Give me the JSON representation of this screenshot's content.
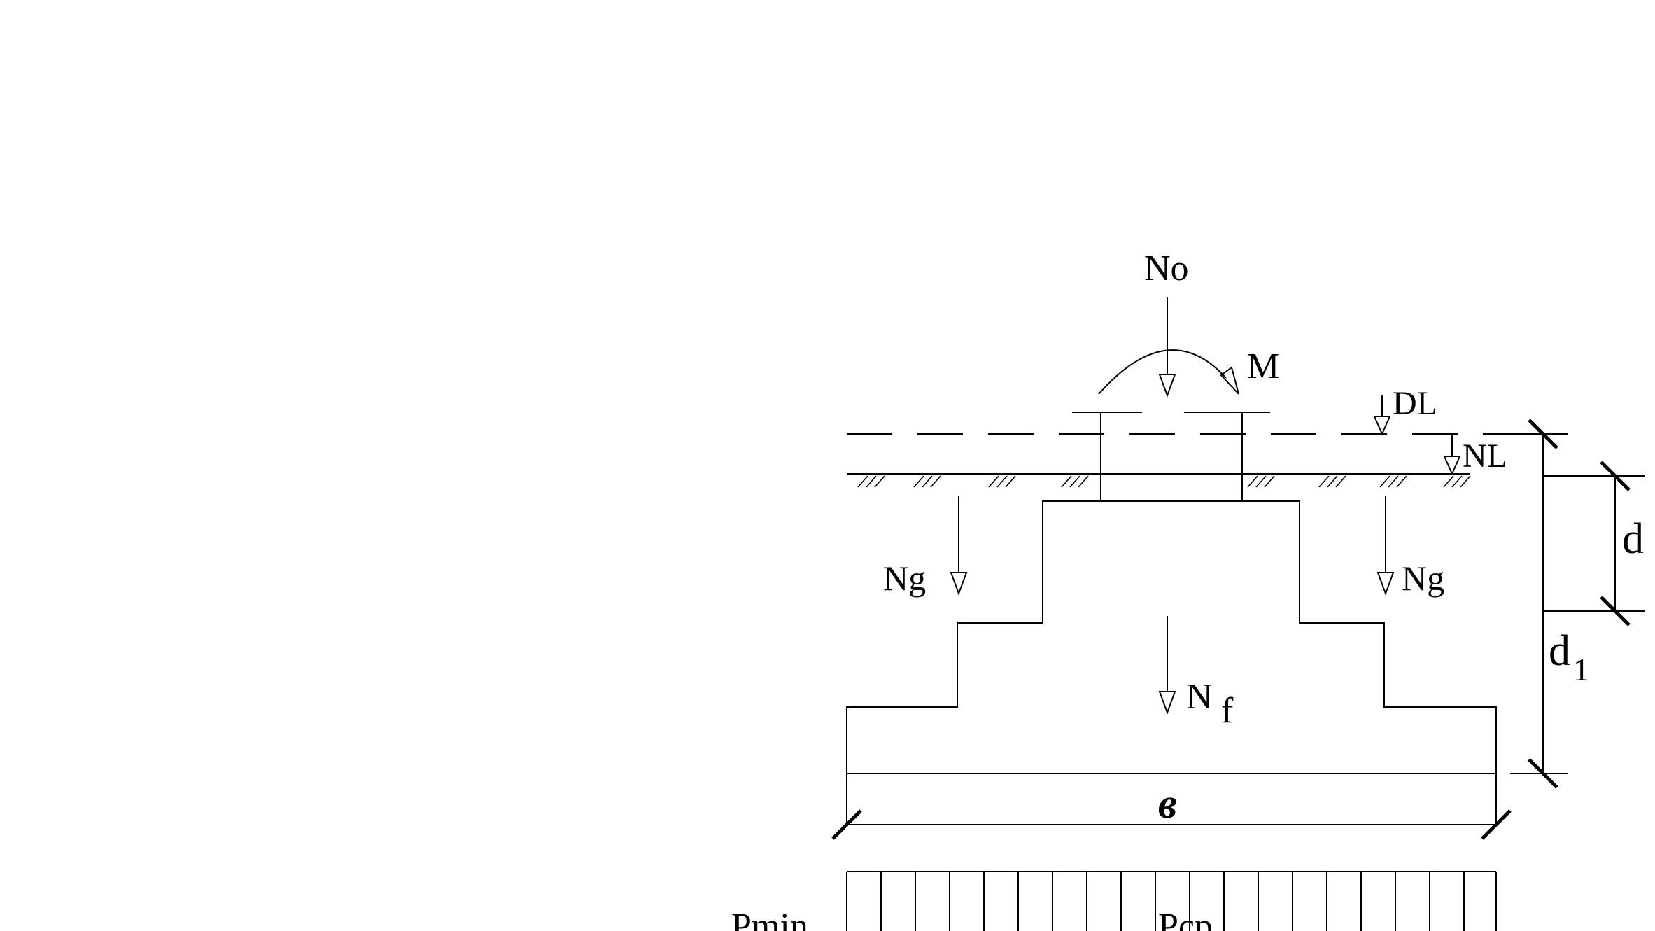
{
  "colors": {
    "stroke": "#000000",
    "background": "#ffffff"
  },
  "labels": {
    "axial_load": "No",
    "moment": "M",
    "design_level": "DL",
    "natural_level": "NL",
    "soil_weight_left": "Ng",
    "soil_weight_right": "Ng",
    "footing_weight_main": "N",
    "footing_weight_sub": "f",
    "width": "в",
    "depth_top_main": "d",
    "depth_main": "d",
    "depth_sub": "1",
    "pressure_min": "Pmin",
    "pressure_mean": "Pcp"
  }
}
